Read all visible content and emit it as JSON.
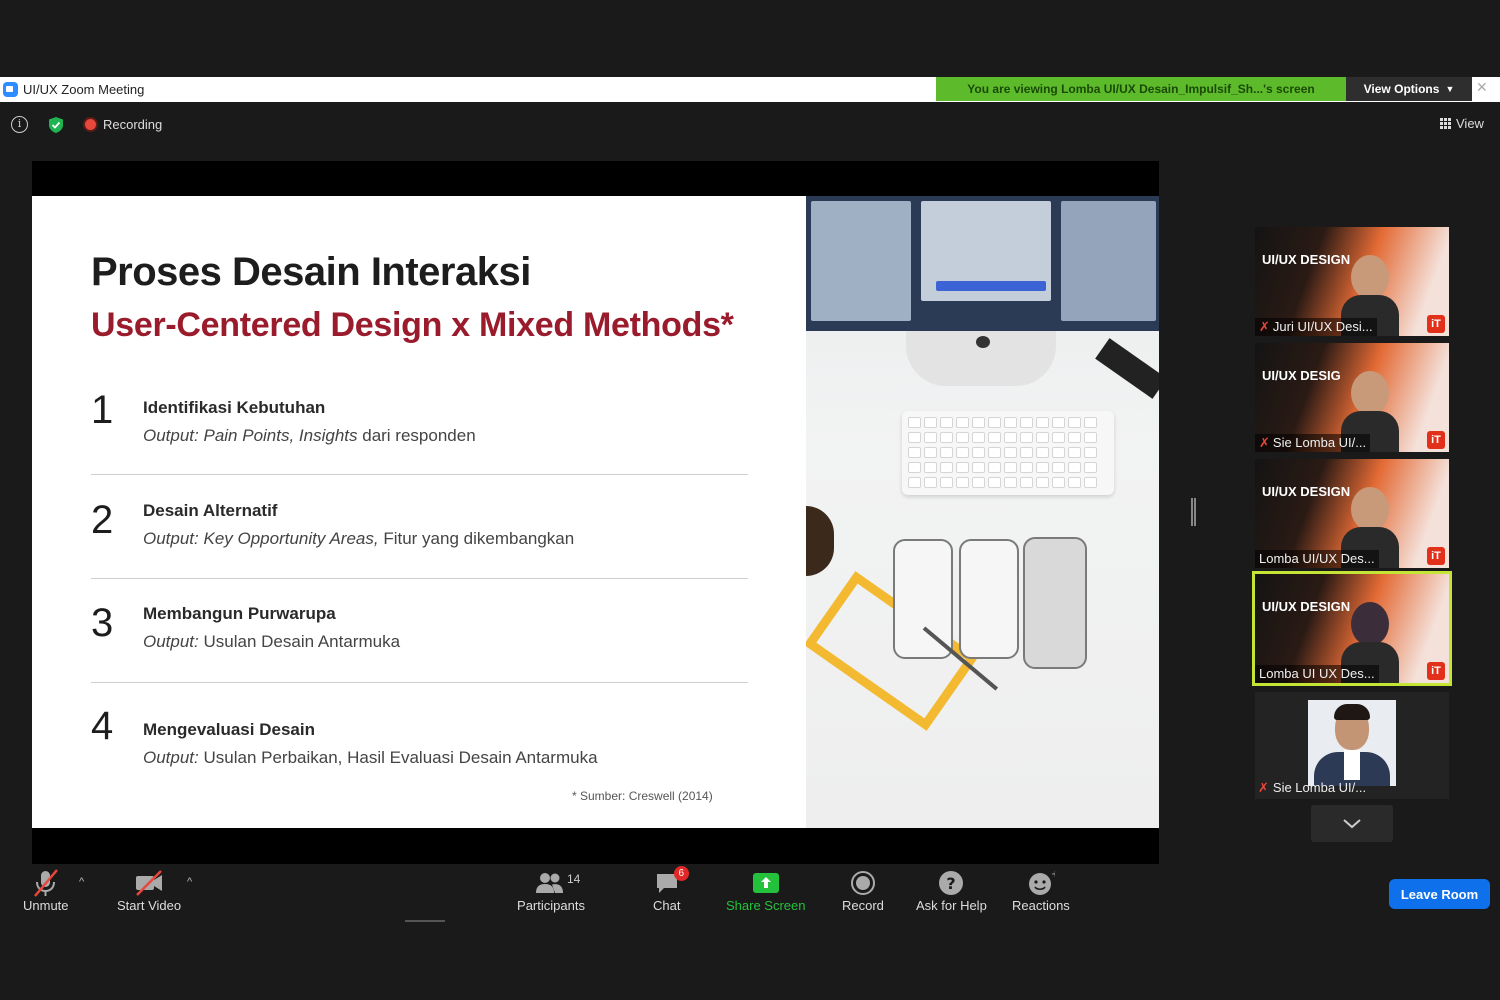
{
  "window": {
    "title": "UI/UX  Zoom Meeting",
    "viewing_banner": "You are viewing Lomba UI/UX Desain_Impulsif_Sh...'s screen",
    "view_options": "View Options",
    "close_glyph": "✕"
  },
  "infobar": {
    "info_glyph": "i",
    "recording_label": "Recording",
    "view_label": "View"
  },
  "slide": {
    "title": "Proses Desain Interaksi",
    "subtitle": "User-Centered Design x Mixed Methods*",
    "steps": [
      {
        "num": "1",
        "title": "Identifikasi Kebutuhan",
        "desc_italic": "Output: Pain Points, Insights",
        "desc_rest": " dari responden"
      },
      {
        "num": "2",
        "title": "Desain Alternatif",
        "desc_italic": "Output: Key Opportunity Areas,",
        "desc_rest": " Fitur yang dikembangkan"
      },
      {
        "num": "3",
        "title": "Membangun Purwarupa",
        "desc_italic": "Output:",
        "desc_rest": " Usulan Desain Antarmuka"
      },
      {
        "num": "4",
        "title": "Mengevaluasi Desain",
        "desc_italic": "Output:",
        "desc_rest": " Usulan Perbaikan, Hasil Evaluasi Desain Antarmuka"
      }
    ],
    "source": "* Sumber: Creswell (2014)"
  },
  "participants_panel": {
    "tiles": [
      {
        "name": "Juri UI/UX Desi...",
        "muted": true,
        "brand": "UI/UX DESIGN",
        "active": false
      },
      {
        "name": "Sie Lomba UI/...",
        "muted": true,
        "brand": "UI/UX DESIG",
        "active": false
      },
      {
        "name": "Lomba UI/UX Des...",
        "muted": false,
        "brand": "UI/UX DESIGN",
        "active": false
      },
      {
        "name": "Lomba UI UX Des...",
        "muted": false,
        "brand": "UI/UX DESIGN",
        "active": true
      }
    ],
    "photo_tile_name": "Sie Lomba UI/...",
    "mute_glyph": "✗",
    "logo_glyph": "iT"
  },
  "toolbar": {
    "unmute": "Unmute",
    "start_video": "Start Video",
    "participants": "Participants",
    "participants_count": "14",
    "chat": "Chat",
    "chat_badge": "6",
    "share_screen": "Share Screen",
    "record": "Record",
    "ask_for_help": "Ask for Help",
    "reactions": "Reactions",
    "leave_room": "Leave Room",
    "caret": "^"
  },
  "colors": {
    "banner_green": "#5dbb2b",
    "accent_red": "#9a1b2c",
    "leave_blue": "#0e71eb",
    "active_speaker": "#c4e535",
    "share_green": "#24c13c"
  }
}
